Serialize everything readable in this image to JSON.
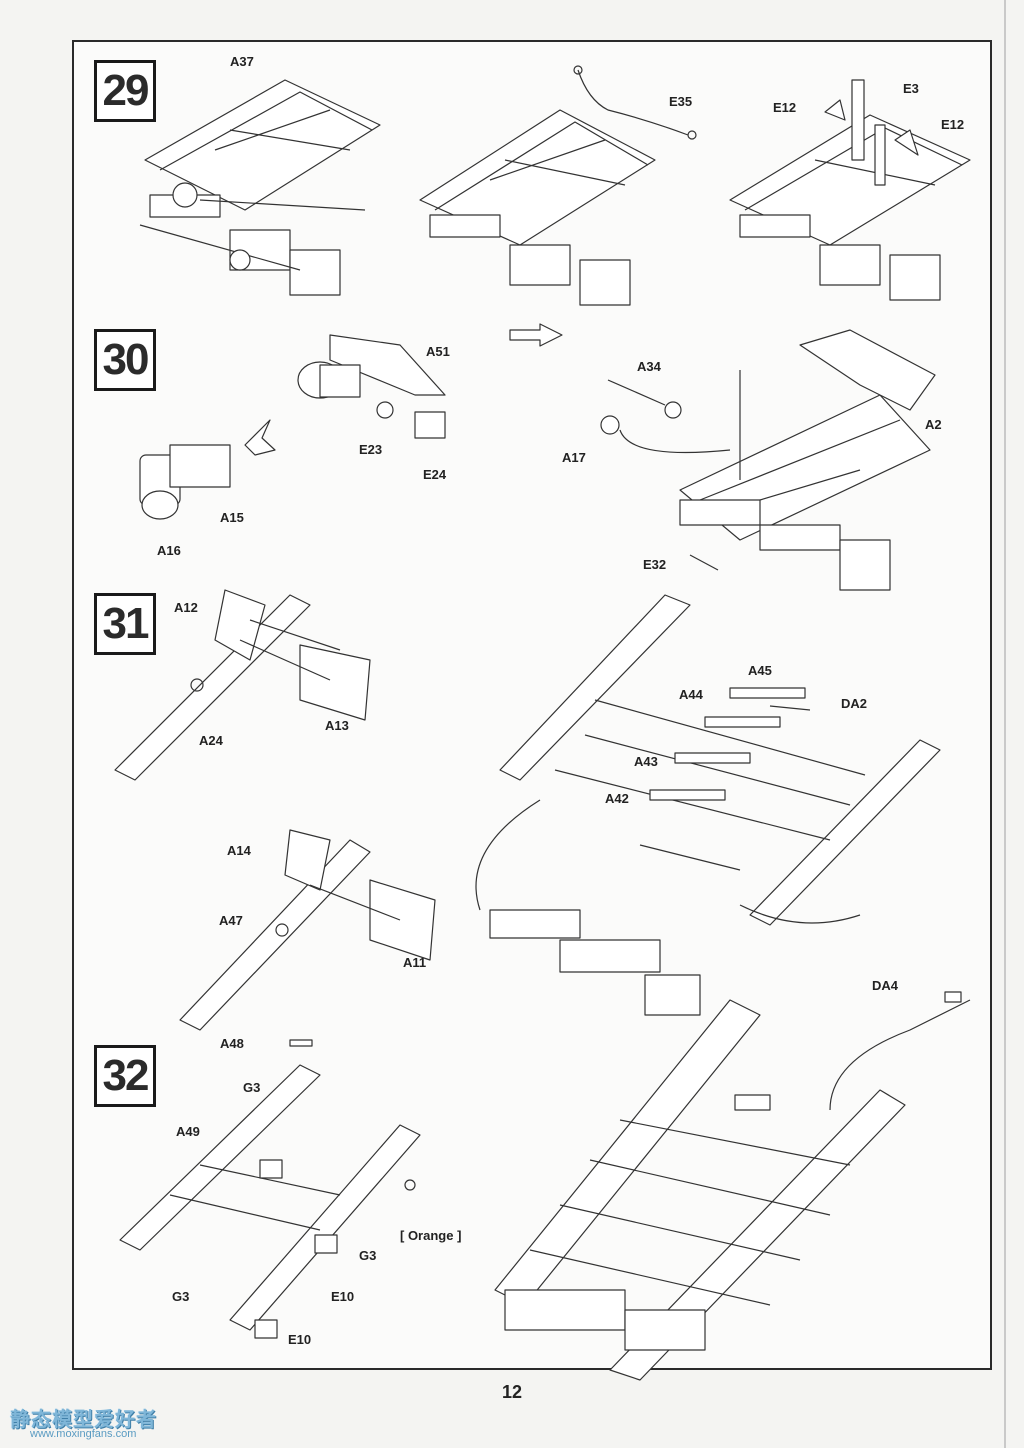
{
  "steps": [
    {
      "number": "29",
      "labels": [
        "A37",
        "E35",
        "E12",
        "E3",
        "E12"
      ]
    },
    {
      "number": "30",
      "labels": [
        "A51",
        "E23",
        "E24",
        "A15",
        "A16",
        "A34",
        "A17",
        "A2",
        "E32"
      ]
    },
    {
      "number": "31",
      "labels": [
        "A12",
        "A24",
        "A13",
        "A14",
        "A47",
        "A11",
        "A45",
        "A44",
        "DA2",
        "A43",
        "A42"
      ]
    },
    {
      "number": "32",
      "labels": [
        "A48",
        "G3",
        "A49",
        "[ Orange ]",
        "G3",
        "E10",
        "G3",
        "E10",
        "DA4"
      ]
    }
  ],
  "page_number": "12",
  "watermark": {
    "text": "静态模型爱好者",
    "url": "www.moxingfans.com"
  }
}
